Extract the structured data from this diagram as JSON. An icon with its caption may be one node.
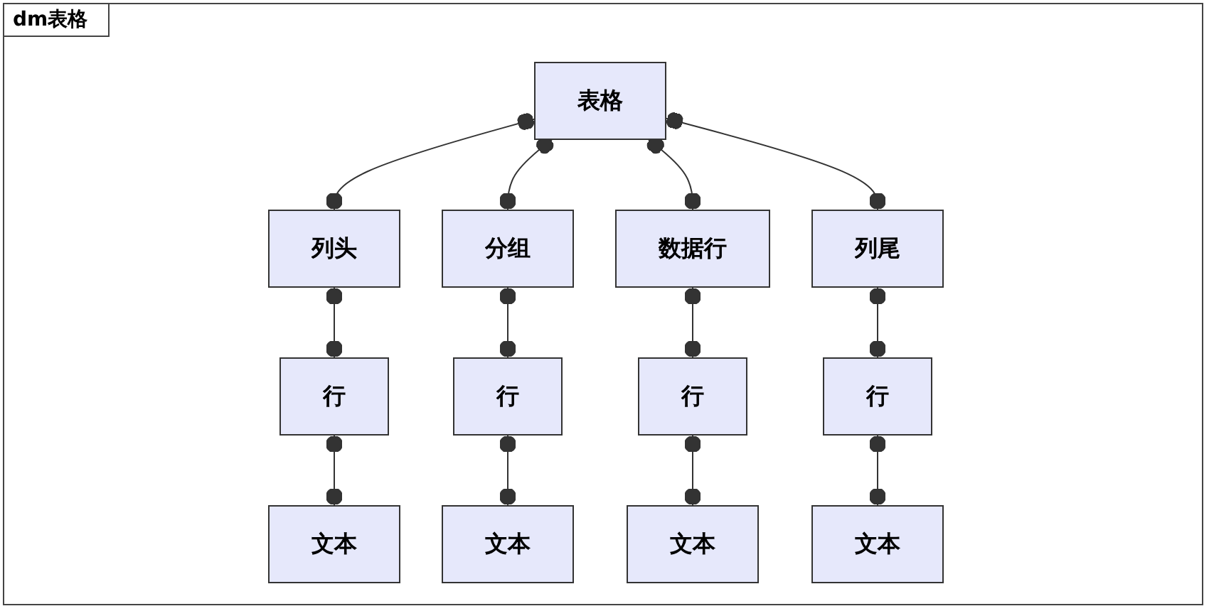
{
  "diagram": {
    "title": "dm表格",
    "nodes": [
      {
        "text": [
          "表格"
        ]
      },
      {
        "text": [
          "列头"
        ]
      },
      {
        "text": [
          "分组"
        ]
      },
      {
        "text": [
          "数据行"
        ]
      },
      {
        "text": [
          "列尾"
        ]
      },
      {
        "text": [
          "行"
        ]
      },
      {
        "text": [
          "行"
        ]
      },
      {
        "text": [
          "行"
        ]
      },
      {
        "text": [
          "行"
        ]
      },
      {
        "text": [
          "文本"
        ]
      },
      {
        "text": [
          "文本"
        ]
      },
      {
        "text": [
          "文本"
        ]
      },
      {
        "text": [
          "文本"
        ]
      }
    ],
    "edges": [
      {
        "from": 0,
        "to": 1,
        "arrow": "other"
      },
      {
        "from": 0,
        "to": 2,
        "arrow": "other"
      },
      {
        "from": 0,
        "to": 3,
        "arrow": "other"
      },
      {
        "from": 0,
        "to": 4,
        "arrow": "other"
      },
      {
        "from": 1,
        "to": 5,
        "arrow": "other"
      },
      {
        "from": 2,
        "to": 6,
        "arrow": "other"
      },
      {
        "from": 3,
        "to": 7,
        "arrow": "other"
      },
      {
        "from": 4,
        "to": 8,
        "arrow": "other"
      },
      {
        "from": 5,
        "to": 9,
        "arrow": "other"
      },
      {
        "from": 6,
        "to": 10,
        "arrow": "other"
      },
      {
        "from": 7,
        "to": 11,
        "arrow": "other"
      },
      {
        "from": 8,
        "to": 12,
        "arrow": "other"
      }
    ]
  }
}
